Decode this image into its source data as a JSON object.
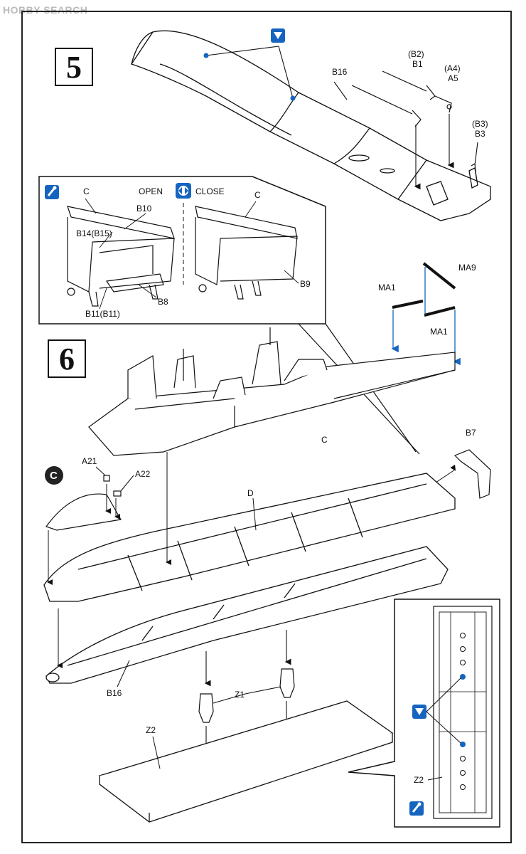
{
  "watermark": "HOBBY SEARCH",
  "steps": {
    "five": "5",
    "six": "6"
  },
  "inset_top": {
    "open": "OPEN",
    "close": "CLOSE",
    "labels": {
      "c_left": "C",
      "c_right": "C",
      "b10": "B10",
      "b14": "B14(B15)",
      "b8": "B8",
      "b11": "B11(B11)",
      "b9": "B9"
    }
  },
  "step5_labels": {
    "b16": "B16",
    "b2": "(B2)",
    "b1": "B1",
    "a4": "(A4)",
    "a5": "A5",
    "b3a": "(B3)",
    "b3b": "B3"
  },
  "step6_labels": {
    "ma9": "MA9",
    "ma1a": "MA1",
    "ma1b": "MA1",
    "c": "C",
    "b7": "B7",
    "a21": "A21",
    "a22": "A22",
    "d": "D",
    "b16": "B16",
    "z1": "Z1",
    "z2": "Z2",
    "c_marker": "C"
  },
  "inset_bottom": {
    "z2": "Z2"
  },
  "icons": {
    "glue": "glue-icon",
    "drill": "drill-icon",
    "open_close": "open-close-icon",
    "callout": "c-marker-icon"
  },
  "colors": {
    "accent": "#1565c0",
    "line": "#111111",
    "fill": "#ffffff"
  }
}
